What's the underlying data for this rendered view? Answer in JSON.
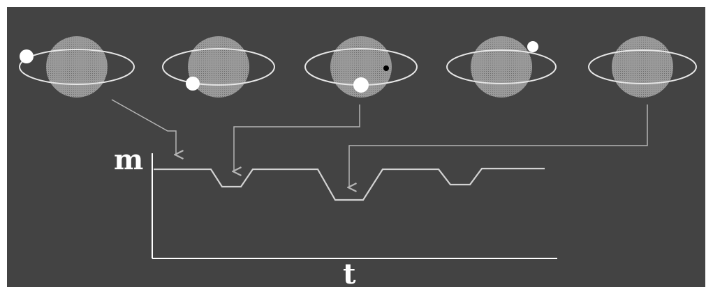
{
  "colors": {
    "background": "#434343",
    "planet": "#9a9a9a",
    "planet_texture": "#6e6e6e",
    "orbit": "#e6e6e6",
    "moon": "#ffffff",
    "shadow": "#000000",
    "arrow": "#b4b4b4",
    "light_curve": "#d2d2d2",
    "axes": "#ffffff"
  },
  "axes": {
    "y_label": "m",
    "x_label": "t"
  },
  "frames": [
    {
      "moon": "far-left-on-orbit",
      "shadow_on_disk": false
    },
    {
      "moon": "front-lower-left",
      "shadow_on_disk": false
    },
    {
      "moon": "front-center-bottom",
      "shadow_on_disk": true
    },
    {
      "moon": "behind-upper-right",
      "shadow_on_disk": false
    },
    {
      "moon": "hidden",
      "shadow_on_disk": false
    }
  ],
  "icons": {
    "planet": "planet-icon",
    "moon": "moon-icon",
    "orbit": "orbit-ellipse",
    "arrow": "arrow-pointer"
  }
}
